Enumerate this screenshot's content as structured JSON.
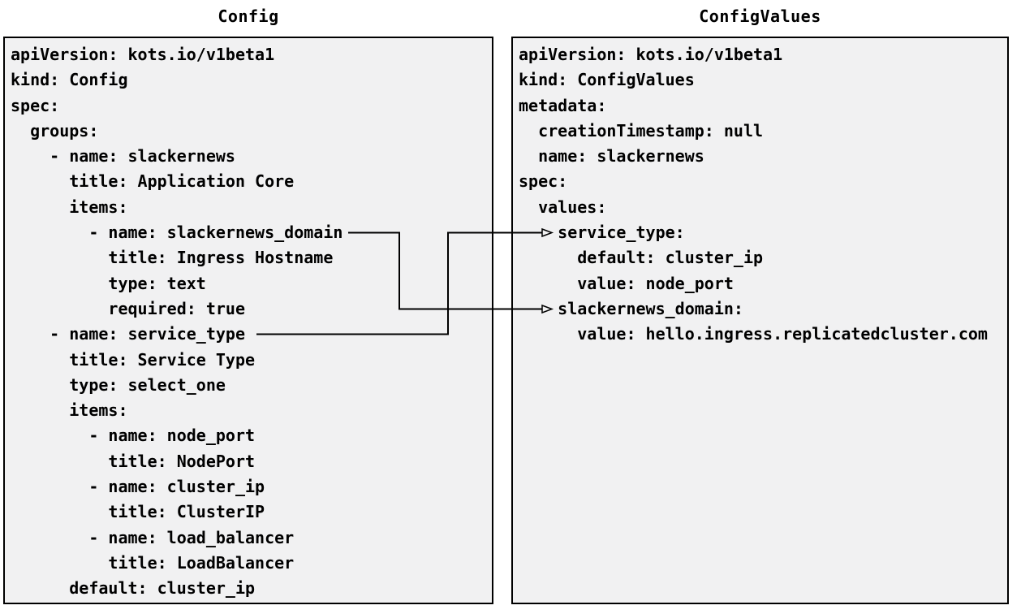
{
  "diagram": {
    "left_panel": {
      "title": "Config",
      "yaml_lines": [
        "apiVersion: kots.io/v1beta1",
        "kind: Config",
        "spec:",
        "  groups:",
        "    - name: slackernews",
        "      title: Application Core",
        "      items:",
        "        - name: slackernews_domain",
        "          title: Ingress Hostname",
        "          type: text",
        "          required: true",
        "    - name: service_type",
        "      title: Service Type",
        "      type: select_one",
        "      items:",
        "        - name: node_port",
        "          title: NodePort",
        "        - name: cluster_ip",
        "          title: ClusterIP",
        "        - name: load_balancer",
        "          title: LoadBalancer",
        "      default: cluster_ip"
      ]
    },
    "right_panel": {
      "title": "ConfigValues",
      "yaml_lines": [
        "apiVersion: kots.io/v1beta1",
        "kind: ConfigValues",
        "metadata:",
        "  creationTimestamp: null",
        "  name: slackernews",
        "spec:",
        "  values:",
        "    service_type:",
        "      default: cluster_ip",
        "      value: node_port",
        "    slackernews_domain:",
        "      value: hello.ingress.replicatedcluster.com"
      ]
    },
    "connections": [
      {
        "from": "Config item slackernews_domain",
        "to": "ConfigValues key slackernews_domain"
      },
      {
        "from": "Config item service_type",
        "to": "ConfigValues key service_type"
      }
    ],
    "colors": {
      "panel_fill": "#f1f1f2",
      "panel_border": "#000000",
      "text": "#000000",
      "connector": "#000000"
    }
  }
}
